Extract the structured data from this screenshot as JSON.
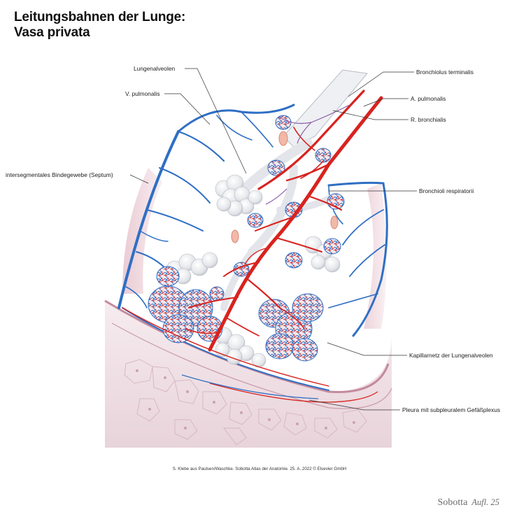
{
  "title": {
    "line1": "Leitungsbahnen der Lunge:",
    "line2": "Vasa privata"
  },
  "labels": {
    "lungenalveolen": "Lungenalveolen",
    "v_pulmonalis": "V. pulmonalis",
    "septum": "intersegmentales Bindegewebe (Septum)",
    "bronchiolus_terminalis": "Bronchiolus terminalis",
    "a_pulmonalis": "A. pulmonalis",
    "r_bronchialis": "R. bronchialis",
    "bronchioli_respiratorii": "Bronchioli respiratorii",
    "kapillarnetz": "Kapillarnetz der Lungenalveolen",
    "pleura": "Pleura mit subpleuralem Gefäßplexus"
  },
  "credit": "S. Klebe aus Paulsen/Waschke. Sobotta Atlas der Anatomie. 25. A. 2022 © Elsevier GmbH",
  "brand": {
    "name": "Sobotta",
    "edition": "Aufl. 25"
  },
  "colors": {
    "vein": "#2f6fc4",
    "artery": "#d8231f",
    "bronchial_branch": "#8a5aa8",
    "alveoli": "#e6e8ec",
    "pleura": "#d9b3c0",
    "tissue": "#f1e6ea"
  }
}
